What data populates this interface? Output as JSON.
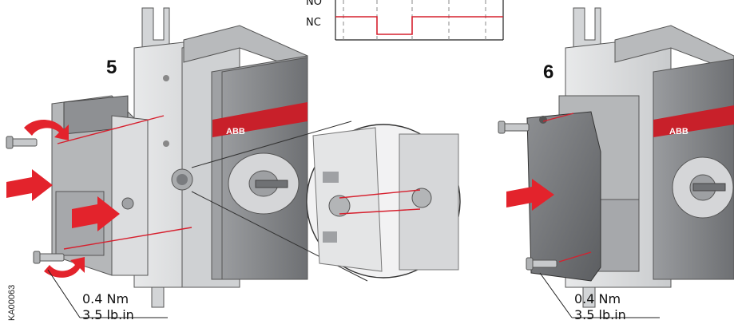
{
  "steps": {
    "left": {
      "number": "5",
      "torque_nm": "0.4 Nm",
      "torque_lbin": "3.5 lb.in"
    },
    "right": {
      "number": "6",
      "torque_nm": "0.4 Nm",
      "torque_lbin": "3.5 lb.in"
    }
  },
  "timing_diagram": {
    "partial_label": "NO",
    "nc_label": "NC",
    "line_color": "#d6202e"
  },
  "brand_label": "ABB",
  "figure_id": "KA00063",
  "colors": {
    "arrow": "#e3232c",
    "accent_stripe": "#c8202a",
    "body_light": "#d9dadb",
    "body_mid": "#bfc1c3",
    "body_dark": "#7b7d80"
  }
}
